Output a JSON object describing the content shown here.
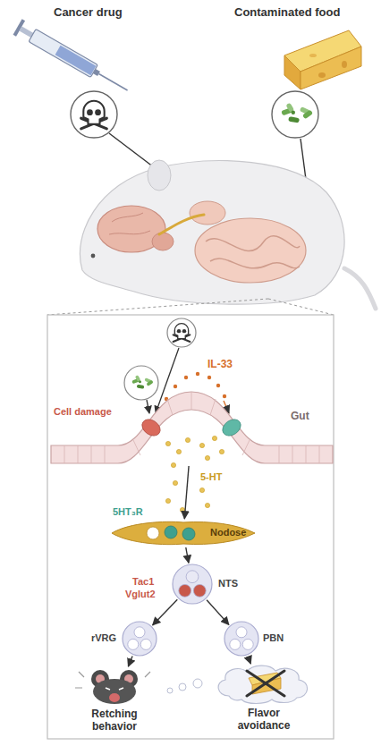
{
  "diagram": {
    "nodes": [
      {
        "text": [
          "Gut"
        ]
      },
      {
        "text": [
          "Nodose"
        ]
      },
      {
        "text": [
          "NTS"
        ]
      },
      {
        "text": [
          "rVRG"
        ]
      },
      {
        "text": [
          "PBN"
        ]
      },
      {
        "text": [
          "Retching behavior"
        ]
      },
      {
        "text": [
          "Flavor avoidance"
        ]
      }
    ],
    "edges": [
      {
        "from": 0,
        "to": 1,
        "arrow": "to"
      },
      {
        "from": 1,
        "to": 2,
        "arrow": "to"
      },
      {
        "from": 2,
        "to": 3,
        "arrow": "to"
      },
      {
        "from": 2,
        "to": 4,
        "arrow": "to"
      },
      {
        "from": 3,
        "to": 5,
        "arrow": "to"
      },
      {
        "from": 4,
        "to": 6,
        "arrow": "to"
      }
    ],
    "labels": [
      "Cancer drug",
      "Contaminated food",
      "IL-33",
      "Cell damage",
      "5-HT",
      "5HT₃R",
      "Tac1",
      "Vglut2"
    ]
  }
}
